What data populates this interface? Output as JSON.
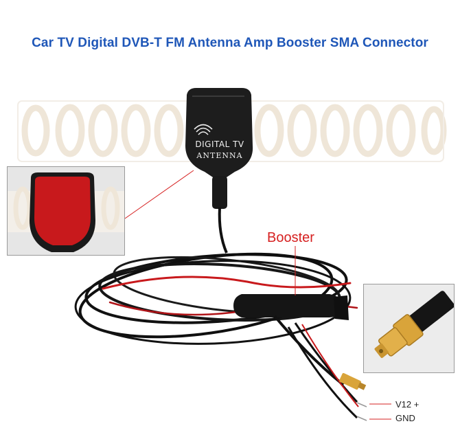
{
  "title": "Car TV Digital DVB-T FM Antenna Amp Booster SMA Connector",
  "antenna": {
    "line1": "DIGITAL TV",
    "line2": "ANTENNA"
  },
  "labels": {
    "booster": "Booster",
    "v12": "V12 +",
    "gnd": "GND"
  },
  "colors": {
    "title": "#1f57b8",
    "callout": "#d62020",
    "antenna_frame": "#efe6d8",
    "housing": "#1d1d1d",
    "adhesive_pad": "#c8191c",
    "connector_gold": "#d9a43a"
  }
}
